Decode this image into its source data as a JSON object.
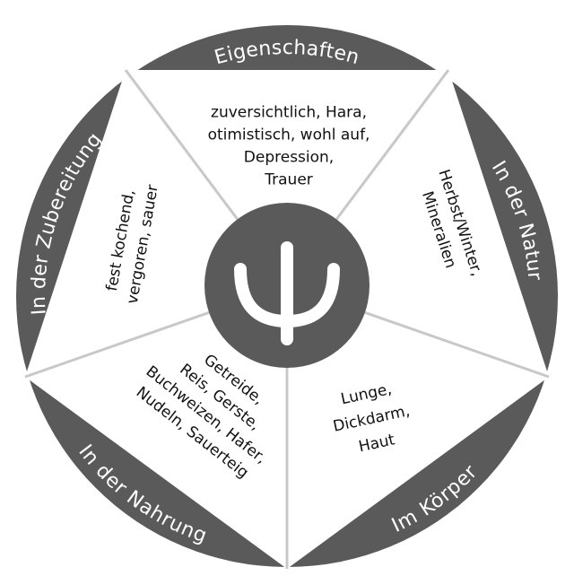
{
  "colors": {
    "ring": "#5a5a5a",
    "segment_fill": "#ffffff",
    "divider": "#c8c8c8",
    "center": "#5a5a5a",
    "center_symbol": "#ffffff",
    "ring_text": "#ffffff",
    "segment_text": "#111111"
  },
  "center": {
    "symbol": "psi-icon"
  },
  "sections": [
    {
      "id": "eigenschaften",
      "ring_label": "Eigenschaften",
      "lines": [
        "zuversichtlich, Hara,",
        "otimistisch, wohl auf,",
        "Depression,",
        "Trauer"
      ]
    },
    {
      "id": "natur",
      "ring_label": "In der Natur",
      "lines": [
        "Herbst/Winter,",
        "Mineralien"
      ]
    },
    {
      "id": "koerper",
      "ring_label": "Im Körper",
      "lines": [
        "Lunge,",
        "Dickdarm,",
        "Haut"
      ]
    },
    {
      "id": "nahrung",
      "ring_label": "In der Nahrung",
      "lines": [
        "Getreide,",
        "Reis, Gerste,",
        "Buchweizen, Hafer,",
        "Nudeln, Sauerteig"
      ]
    },
    {
      "id": "zubereitung",
      "ring_label": "In der Zubereitung",
      "lines": [
        "fest kochend,",
        "vergoren, sauer"
      ]
    }
  ]
}
